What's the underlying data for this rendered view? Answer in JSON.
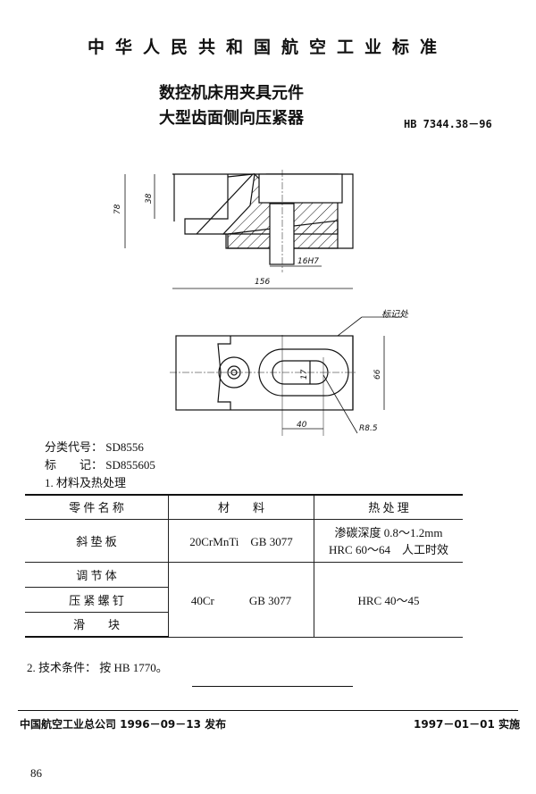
{
  "header": {
    "organization": "中华人民共和国航空工业标准",
    "title_line1": "数控机床用夹具元件",
    "title_line2": "大型齿面侧向压紧器",
    "standard_code": "HB 7344.38－96"
  },
  "drawing": {
    "dims": {
      "height_total": "78",
      "height_teeth": "38",
      "bore": "16H7",
      "length": "156",
      "slot_width": "17",
      "width": "66",
      "offset": "40",
      "radius": "R8.5"
    },
    "mark_label": "标记处"
  },
  "info": {
    "class_code_label": "分类代号：",
    "class_code": "SD8556",
    "mark_label": "标　　记：",
    "mark": "SD855605",
    "section1": "1. 材料及热处理"
  },
  "table": {
    "headers": [
      "零 件 名 称",
      "材　　料",
      "热 处 理"
    ],
    "rows": [
      {
        "part": "斜 垫 板",
        "material": "20CrMnTi　GB 3077",
        "treatment_line1": "渗碳深度 0.8～1.2mm",
        "treatment_line2": "HRC 60～64　人工时效"
      },
      {
        "part": "调 节 体",
        "material": "40Cr　　　GB 3077",
        "treatment": "HRC 40～45"
      },
      {
        "part": "压 紧 螺 钉"
      },
      {
        "part": "滑　　块"
      }
    ]
  },
  "tech": "2. 技术条件： 按 HB 1770。",
  "footer": {
    "publisher": "中国航空工业总公司 1996－09－13 发布",
    "effective": "1997－01－01 实施",
    "page_number": "86"
  }
}
